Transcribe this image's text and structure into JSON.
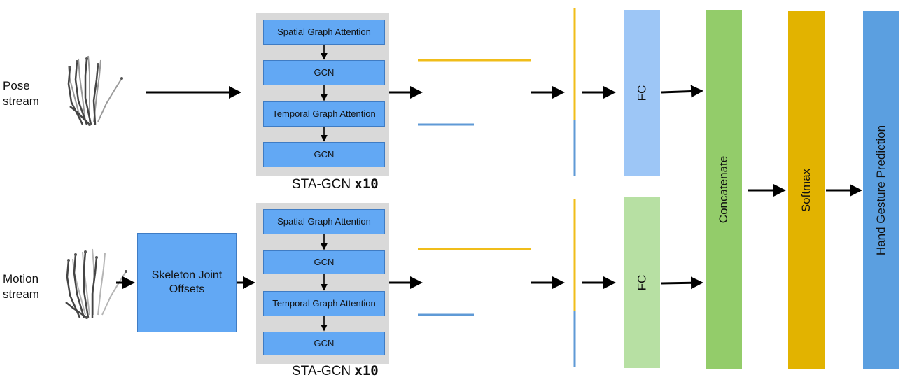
{
  "streams": {
    "pose": {
      "label": "Pose stream"
    },
    "motion": {
      "label": "Motion stream",
      "offsets_label": "Skeleton Joint Offsets"
    }
  },
  "sta_gcn": {
    "blocks": [
      "Spatial Graph Attention",
      "GCN",
      "Temporal Graph Attention",
      "GCN"
    ],
    "label": "STA-GCN",
    "multiplier": "x10"
  },
  "heads": {
    "fc_label": "FC",
    "concat_label": "Concatenate",
    "softmax_label": "Softmax",
    "prediction_label": "Hand Gesture Prediction"
  },
  "colors": {
    "block_blue": "#62a8f4",
    "fc_top": "#9dc6f6",
    "fc_bottom": "#b7e0a3",
    "concatenate": "#93cc6a",
    "softmax": "#e2b300",
    "prediction": "#5b9fe0",
    "feature_yellow": "#f0bd1a",
    "feature_blue": "#5f9ad6"
  }
}
